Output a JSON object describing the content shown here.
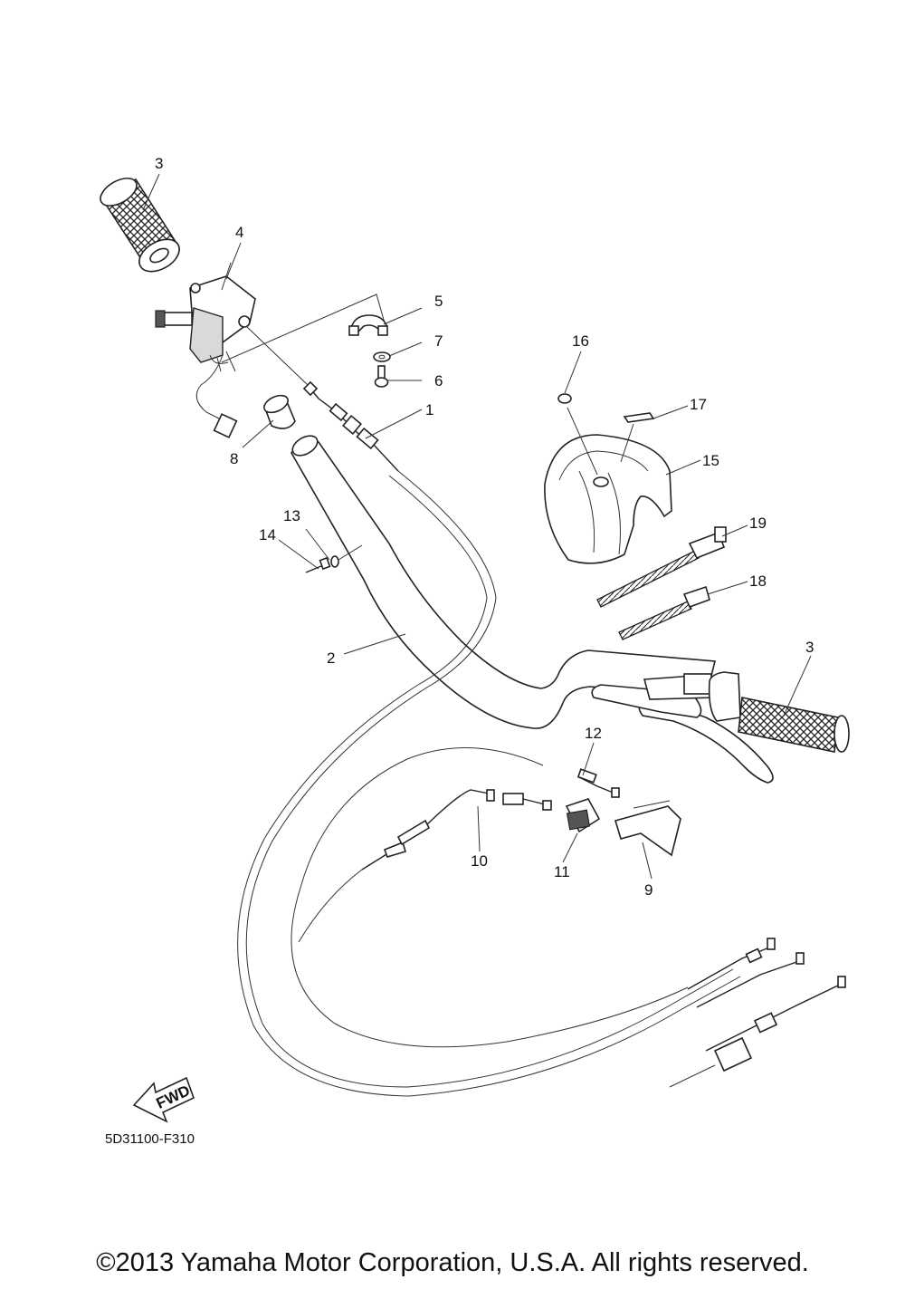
{
  "callouts": {
    "c1": "1",
    "c2": "2",
    "c3a": "3",
    "c3b": "3",
    "c4": "4",
    "c5": "5",
    "c6": "6",
    "c7": "7",
    "c8": "8",
    "c9": "9",
    "c10": "10",
    "c11": "11",
    "c12": "12",
    "c13": "13",
    "c14": "14",
    "c15": "15",
    "c16": "16",
    "c17": "17",
    "c18": "18",
    "c19": "19"
  },
  "fwd_label": "FWD",
  "diagram_code": "5D31100-F310",
  "copyright": "©2013 Yamaha Motor Corporation, U.S.A. All rights reserved."
}
